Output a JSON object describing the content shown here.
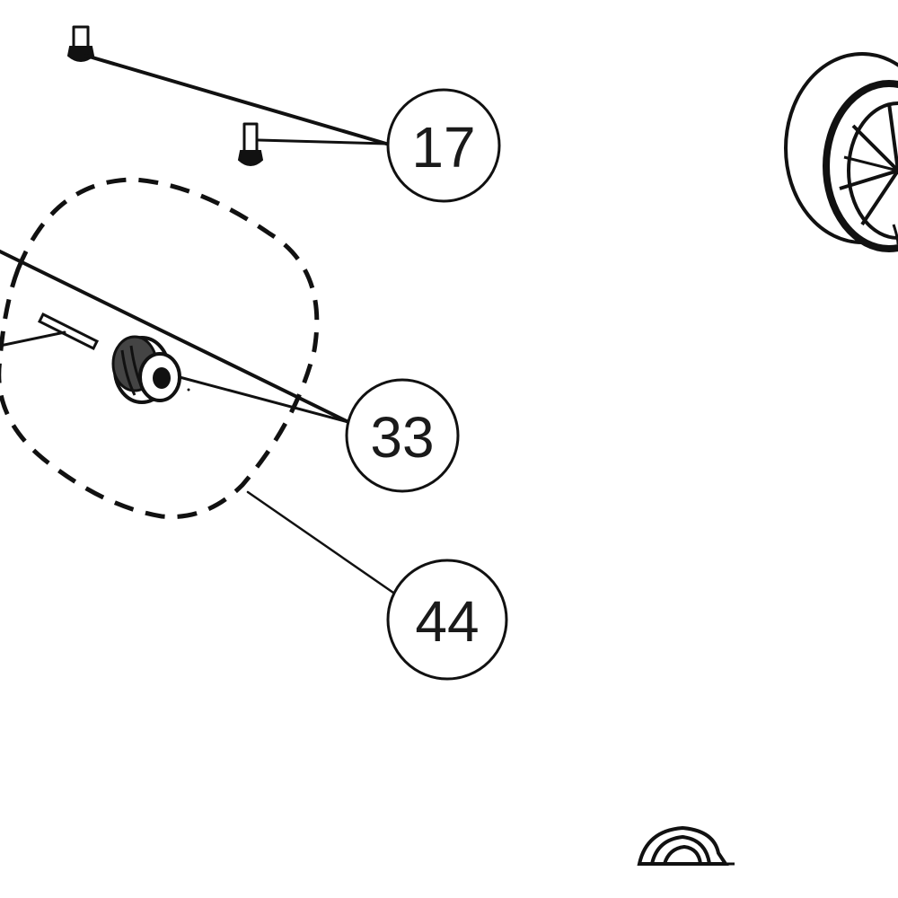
{
  "callouts": [
    {
      "id": "17",
      "label": "17"
    },
    {
      "id": "33",
      "label": "33"
    },
    {
      "id": "44",
      "label": "44"
    }
  ],
  "colors": {
    "line": "#111111",
    "background": "#ffffff",
    "text": "#1a1a1a"
  }
}
